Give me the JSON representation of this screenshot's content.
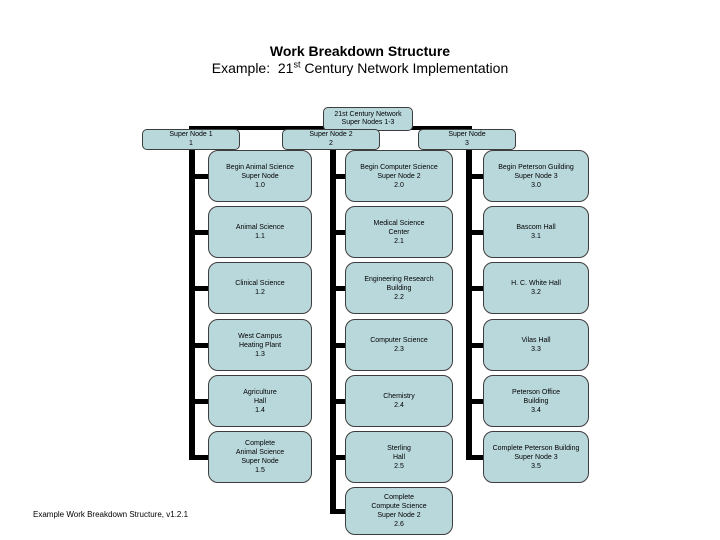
{
  "slide": {
    "title_bold": "Work Breakdown Structure",
    "subtitle_prefix": "Example:  21",
    "subtitle_superscript": "st",
    "subtitle_suffix": " Century Network Implementation",
    "footer": "Example Work Breakdown Structure, v1.2.1"
  },
  "colors": {
    "box_fill": "#b9d8dc",
    "box_border": "#3d3d3d",
    "connector": "#000000"
  },
  "root": {
    "lines": [
      "21st Century Network",
      "Super Nodes 1-3"
    ]
  },
  "super_nodes": [
    {
      "lines": [
        "Super Node 1",
        "1"
      ]
    },
    {
      "lines": [
        "Super Node 2",
        "2"
      ]
    },
    {
      "lines": [
        "Super Node",
        "3"
      ]
    }
  ],
  "columns": [
    {
      "boxes": [
        {
          "lines": [
            "Begin Animal Science",
            "Super Node",
            "1.0"
          ]
        },
        {
          "lines": [
            "Animal Science",
            "1.1"
          ]
        },
        {
          "lines": [
            "Clinical Science",
            "1.2"
          ]
        },
        {
          "lines": [
            "West Campus",
            "Heating Plant",
            "1.3"
          ]
        },
        {
          "lines": [
            "Agriculture",
            "Hall",
            "1.4"
          ]
        },
        {
          "lines": [
            "Complete",
            "Animal Science",
            "Super Node",
            "1.5"
          ]
        }
      ]
    },
    {
      "boxes": [
        {
          "lines": [
            "Begin Computer Science",
            "Super Node 2",
            "2.0"
          ]
        },
        {
          "lines": [
            "Medical Science",
            "Center",
            "2.1"
          ]
        },
        {
          "lines": [
            "Engineering Research",
            "Building",
            "2.2"
          ]
        },
        {
          "lines": [
            "Computer Science",
            "2.3"
          ]
        },
        {
          "lines": [
            "Chemistry",
            "2.4"
          ]
        },
        {
          "lines": [
            "Sterling",
            "Hall",
            "2.5"
          ]
        },
        {
          "lines": [
            "Complete",
            "Compute Science",
            "Super Node 2",
            "2.6"
          ]
        }
      ]
    },
    {
      "boxes": [
        {
          "lines": [
            "Begin Peterson Guilding",
            "Super Node 3",
            "3.0"
          ]
        },
        {
          "lines": [
            "Bascom Hall",
            "3.1"
          ]
        },
        {
          "lines": [
            "H. C. White Hall",
            "3.2"
          ]
        },
        {
          "lines": [
            "Vilas Hall",
            "3.3"
          ]
        },
        {
          "lines": [
            "Peterson Office",
            "Building",
            "3.4"
          ]
        },
        {
          "lines": [
            "Complete Peterson Building",
            "Super Node 3",
            "3.5"
          ]
        }
      ]
    }
  ]
}
